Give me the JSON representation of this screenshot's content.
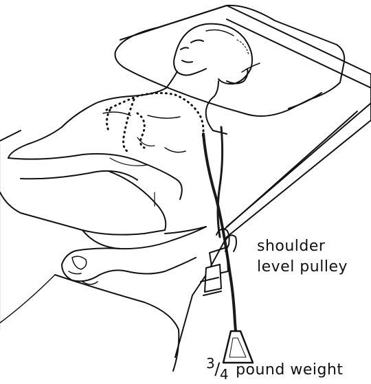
{
  "labels": {
    "pulley_line1": "shoulder",
    "pulley_line2": "level pulley",
    "weight_numerator": "3",
    "weight_slash": "/",
    "weight_denominator": "4",
    "weight_text": "pound weight"
  },
  "colors": {
    "ink": "#111111",
    "paper": "#ffffff",
    "cord": "#1a1a1a"
  }
}
